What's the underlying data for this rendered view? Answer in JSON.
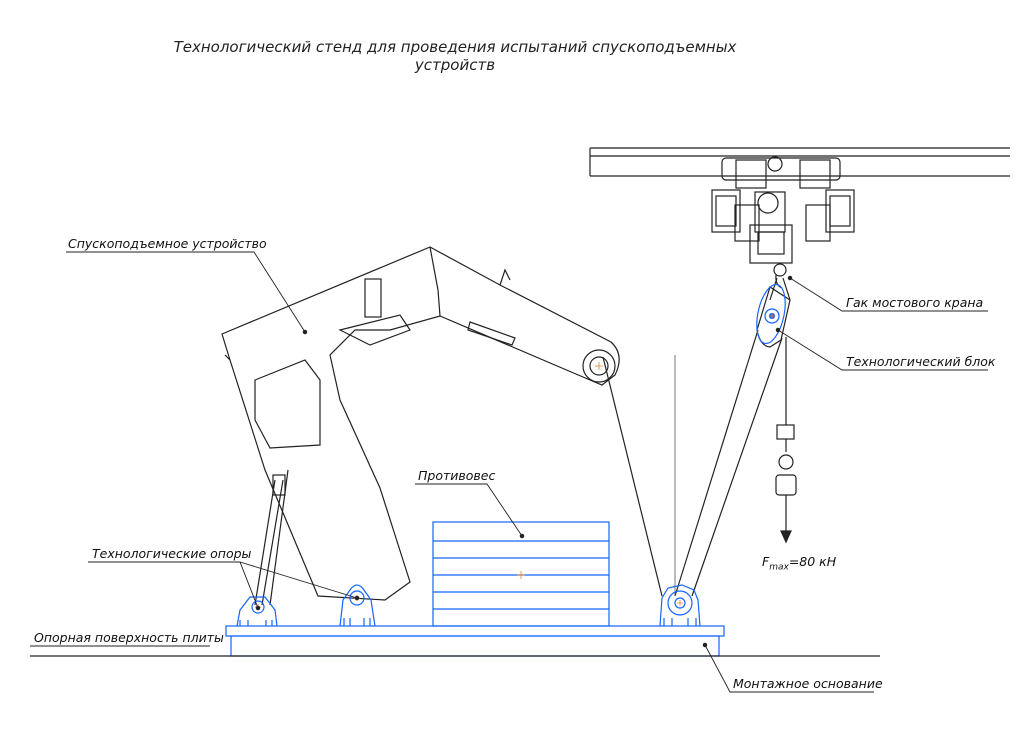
{
  "title": {
    "line1": "Технологический стенд для проведения испытаний спускоподъемных",
    "line2": "устройств"
  },
  "labels": {
    "lifting_device": "Спускоподъемное устройство",
    "crane_hook": "Гак мостового крана",
    "tech_block": "Технологический блок",
    "counterweight": "Противовес",
    "tech_supports": "Технологические опоры",
    "plate_surface": "Опорная поверхность плиты",
    "mounting_base": "Монтажное основание",
    "force_symbol": "F",
    "force_subscript": "max",
    "force_value": "=80 кН"
  },
  "colors": {
    "line": "#222222",
    "accent_blue": "#1565ff",
    "center_mark": "#e8822a"
  }
}
